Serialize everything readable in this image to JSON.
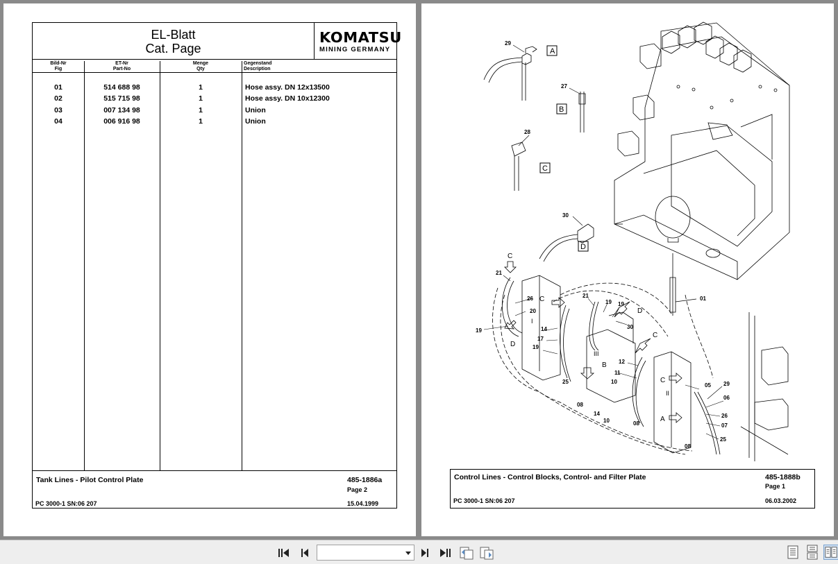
{
  "left_page": {
    "title_line1": "EL-Blatt",
    "title_line2": "Cat. Page",
    "logo_main": "KOMATSU",
    "logo_sub": "MINING GERMANY",
    "columns": [
      {
        "de": "Bild-Nr",
        "en": "Fig"
      },
      {
        "de": "ET-Nr",
        "en": "Part-No"
      },
      {
        "de": "Menge",
        "en": "Qty"
      },
      {
        "de": "Gegenstand",
        "en": "Description"
      }
    ],
    "rows": [
      {
        "fig": "01",
        "part": "514 688 98",
        "qty": "1",
        "desc": "Hose assy. DN 12x13500"
      },
      {
        "fig": "02",
        "part": "515 715 98",
        "qty": "1",
        "desc": "Hose assy. DN 10x12300"
      },
      {
        "fig": "03",
        "part": "007 134 98",
        "qty": "1",
        "desc": "Union"
      },
      {
        "fig": "04",
        "part": "006 916 98",
        "qty": "1",
        "desc": "Union"
      }
    ],
    "footer": {
      "title": "Tank Lines - Pilot Control Plate",
      "doc_no": "485-1886a",
      "page": "Page 2",
      "machine": "PC 3000-1 SN:06 207",
      "date": "15.04.1999"
    }
  },
  "right_page": {
    "callouts": {
      "box_a": "A",
      "box_b": "B",
      "box_c": "C",
      "box_d": "D",
      "n29": "29",
      "n27": "27",
      "n28": "28",
      "n30": "30",
      "n01": "01",
      "n21": "21",
      "n26": "26",
      "n20": "20",
      "n19": "19",
      "I": "I",
      "n14": "14",
      "n17": "17",
      "n19b": "19",
      "n25": "25",
      "n21b": "21",
      "n19c": "19",
      "n19d": "19",
      "n30b": "30",
      "III": "III",
      "n12": "12",
      "n11": "11",
      "n10": "10",
      "n08": "08",
      "n14b": "14",
      "n10b": "10",
      "n08b": "08",
      "II": "II",
      "n05": "05",
      "n29b": "29",
      "n06": "06",
      "n26b": "26",
      "n07": "07",
      "n25b": "25",
      "n08c": "08",
      "lC1": "C",
      "lD1": "D",
      "lC2": "C",
      "lD2": "D",
      "lC3": "C",
      "lB": "B",
      "lC4": "C",
      "lA": "A"
    },
    "footer": {
      "title": "Control Lines - Control Blocks, Control- and Filter Plate",
      "doc_no": "485-1888b",
      "page": "Page 1",
      "machine": "PC 3000-1 SN:06 207",
      "date": "06.03.2002"
    }
  },
  "toolbar": {
    "first_icon": "first-page-icon",
    "prev_icon": "previous-page-icon",
    "page_value": "",
    "next_icon": "next-page-icon",
    "last_icon": "last-page-icon"
  }
}
